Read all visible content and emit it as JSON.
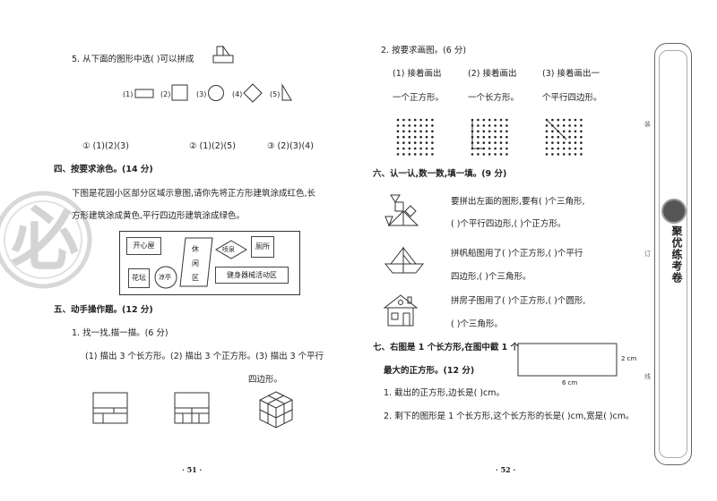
{
  "left": {
    "q5": {
      "text": "5. 从下面的图形中选(      )可以拼成",
      "shape_labels": [
        "(1)",
        "(2)",
        "(3)",
        "(4)",
        "(5)"
      ],
      "options": [
        "① (1)(2)(3)",
        "② (1)(2)(5)",
        "③ (2)(3)(4)"
      ]
    },
    "sec4": {
      "title": "四、按要求涂色。(14 分)",
      "line1": "下图是花园小区部分区域示意图,请你先将正方形建筑涂成红色,长",
      "line2": "方形建筑涂成黄色,平行四边形建筑涂成绿色。",
      "map": {
        "kaixinwu": "开心屋",
        "xiuxian": [
          "休",
          "闲",
          "区"
        ],
        "penquan": "喷泉",
        "cesuo": "厕所",
        "huatan": "花坛",
        "liangting": "凉亭",
        "jianshen": "健身器械活动区"
      }
    },
    "sec5": {
      "title": "五、动手操作题。(12 分)",
      "q1": "1. 找一找,描一描。(6 分)",
      "q1_parts": "(1) 描出 3 个长方形。(2) 描出 3 个正方形。(3) 描出 3 个平行",
      "q1_cont": "四边形。"
    },
    "stamp": "必",
    "page_no": "· 51 ·"
  },
  "right": {
    "q2": {
      "title": "2. 按要求画图。(6 分)",
      "c1": [
        "(1) 接着画出",
        "一个正方形。"
      ],
      "c2": [
        "(2) 接着画出",
        "一个长方形。"
      ],
      "c3": [
        "(3) 接着画出一",
        "个平行四边形。"
      ]
    },
    "sec6": {
      "title": "六、认一认,数一数,填一填。(9 分)",
      "bird": [
        "要拼出左面的图形,要有(      )个三角形,",
        "(      )个平行四边形,(      )个正方形。"
      ],
      "boat": [
        "拼帆船图用了(      )个正方形,(      )个平行",
        "四边形,(      )个三角形。"
      ],
      "house": [
        "拼房子图用了(      )个正方形,(      )个圆形,",
        "(      )个三角形。"
      ]
    },
    "sec7": {
      "title1": "七、右图是 1 个长方形,在图中截 1 个",
      "title2": "最大的正方形。(12 分)",
      "height_label": "2 cm",
      "width_label": "6 cm",
      "q1": "1. 截出的正方形,边长是(      )cm。",
      "q2": "2. 剩下的图形是 1 个长方形,这个长方形的长是(      )cm,宽是(      )cm。"
    },
    "page_no": "· 52 ·"
  },
  "sidebar": {
    "label": "聚优练考卷",
    "marks": [
      "装",
      "订",
      "线"
    ]
  }
}
